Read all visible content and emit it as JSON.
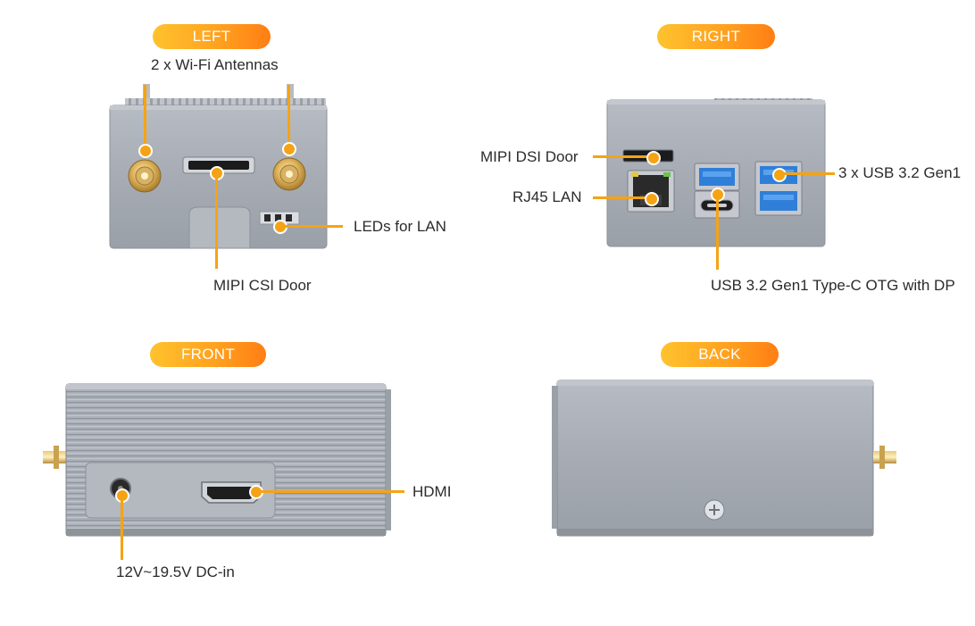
{
  "views": {
    "left": "LEFT",
    "right": "RIGHT",
    "front": "FRONT",
    "back": "BACK"
  },
  "labels": {
    "wifi_antennas": "2 x Wi-Fi Antennas",
    "leds_for_lan": "LEDs for LAN",
    "mipi_csi_door": "MIPI CSI Door",
    "mipi_dsi_door": "MIPI DSI Door",
    "rj45_lan": "RJ45 LAN",
    "usb_32_gen1": "3 x USB 3.2 Gen1",
    "usb_typec_otg": "USB 3.2 Gen1 Type-C OTG with DP",
    "hdmi": "HDMI",
    "dc_in": "12V~19.5V DC-in"
  },
  "colors": {
    "accent": "#f5a314",
    "pill_start": "#ffc22e",
    "pill_end": "#ff7e14",
    "housing": "#a6abb3",
    "usb_blue": "#2f7fd8"
  }
}
